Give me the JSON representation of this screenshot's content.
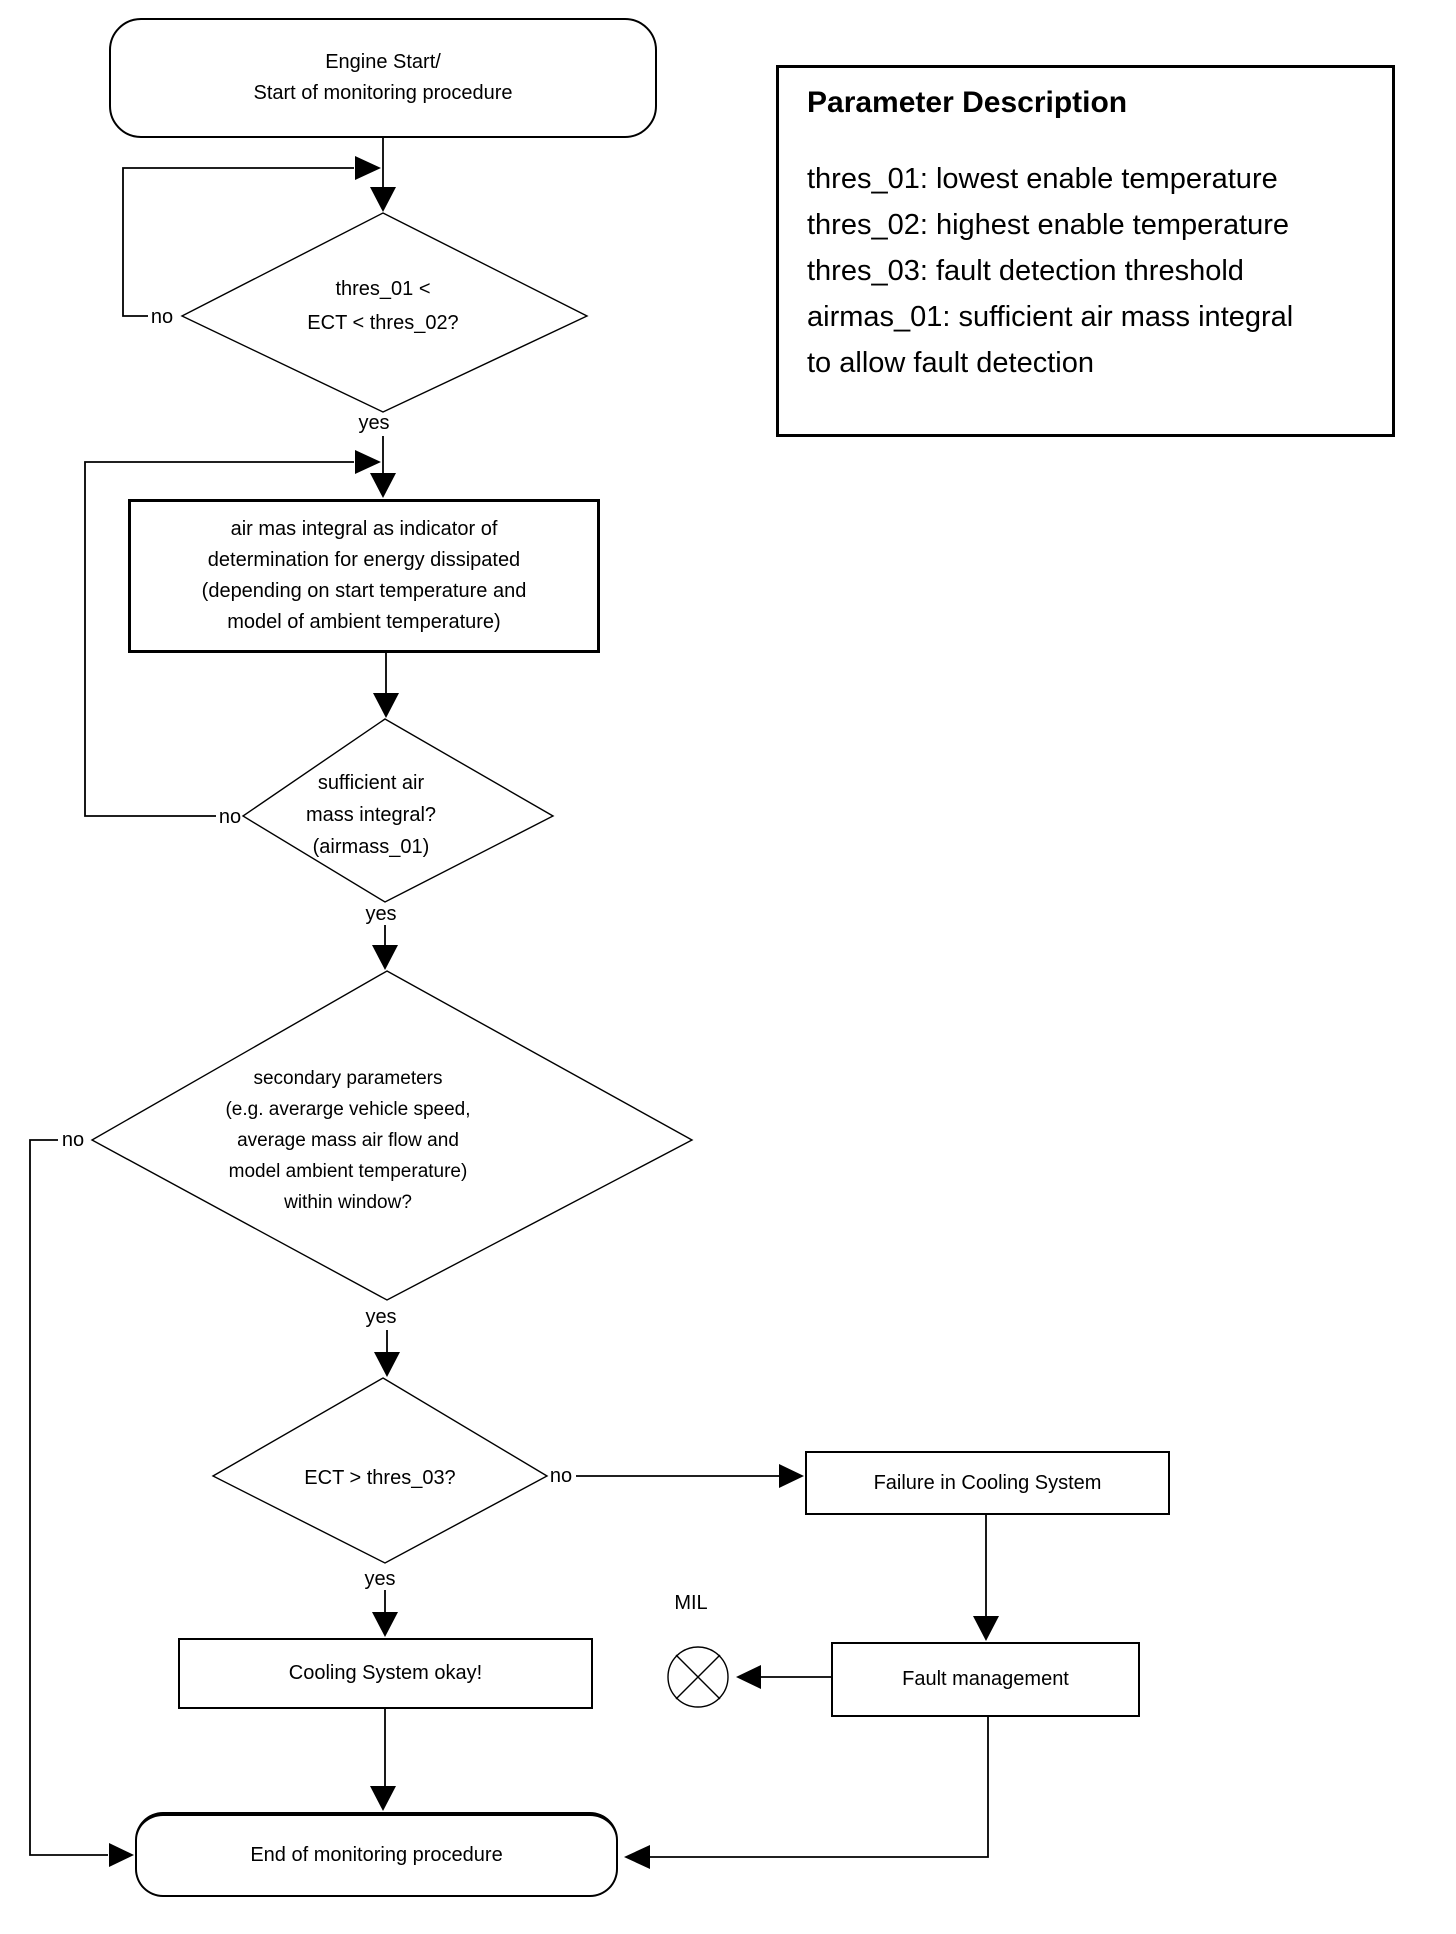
{
  "flowchart": {
    "start": "Engine Start/\nStart of monitoring procedure",
    "decision_enable_temp": "thres_01 <\nECT < thres_02?",
    "process_air_mass": "air mas integral as indicator of\ndetermination for energy dissipated\n(depending on start temperature and\nmodel of ambient temperature)",
    "decision_air_mass": "sufficient air\nmass integral?\n(airmass_01)",
    "decision_secondary": "secondary parameters\n(e.g. averarge vehicle speed,\naverage mass air flow and\nmodel ambient temperature)\nwithin window?",
    "decision_fault": "ECT > thres_03?",
    "failure_box": "Failure in Cooling System",
    "fault_management": "Fault management",
    "cooling_ok": "Cooling System okay!",
    "end": "End of monitoring procedure",
    "mil_label": "MIL",
    "labels": {
      "yes": "yes",
      "no": "no"
    }
  },
  "parameter_box": {
    "title": "Parameter Description",
    "body": "thres_01: lowest enable temperature\nthres_02: highest enable temperature\nthres_03: fault detection threshold\nairmas_01: sufficient air mass integral\nto allow fault detection"
  },
  "colors": {
    "ink": "#000000",
    "background": "#ffffff"
  }
}
